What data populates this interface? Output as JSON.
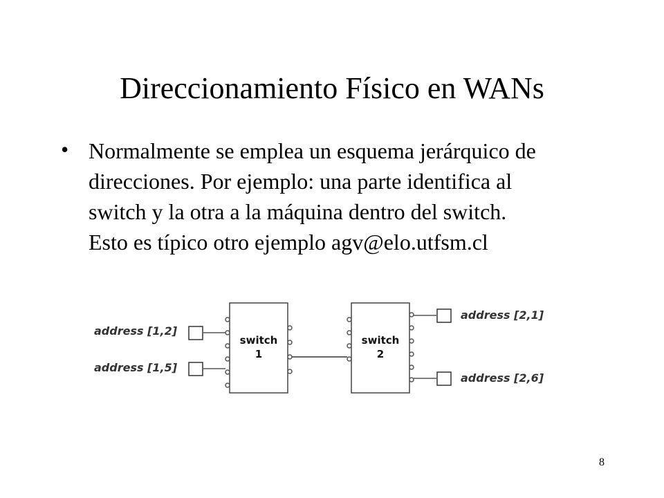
{
  "slide": {
    "title": "Direccionamiento Físico en WANs",
    "bullet_symbol": "•",
    "bullet_lines": [
      "Normalmente se emplea un esquema jerárquico de",
      "direcciones. Por ejemplo: una parte identifica al",
      "switch y la otra a la máquina dentro del switch.",
      "Esto es típico otro ejemplo agv@elo.utfsm.cl"
    ],
    "page_number": "8"
  },
  "diagram": {
    "switch1": {
      "name": "switch",
      "number": "1"
    },
    "switch2": {
      "name": "switch",
      "number": "2"
    },
    "addresses": {
      "a12": "address [1,2]",
      "a15": "address [1,5]",
      "a21": "address [2,1]",
      "a26": "address [2,6]"
    }
  }
}
